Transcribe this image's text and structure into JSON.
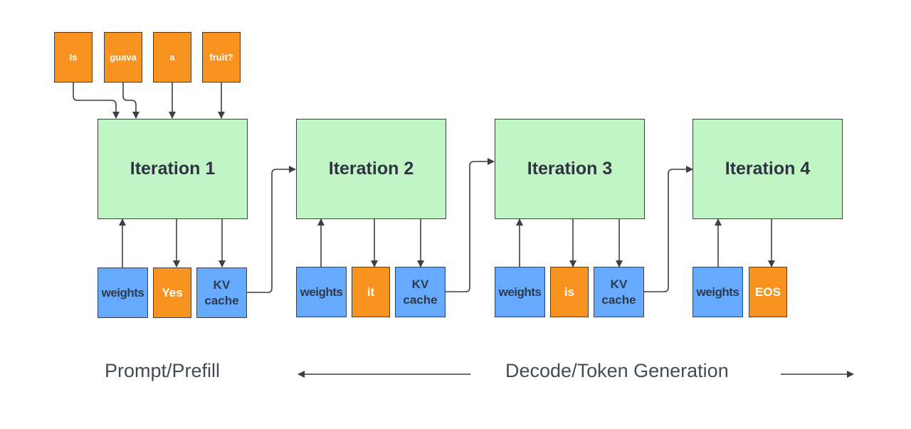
{
  "prompt_tokens": [
    "Is",
    "guava",
    "a",
    "fruit?"
  ],
  "iterations": [
    {
      "title": "Iteration 1",
      "weights": "weights",
      "output": "Yes",
      "kv1": "KV",
      "kv2": "cache"
    },
    {
      "title": "Iteration 2",
      "weights": "weights",
      "output": "it",
      "kv1": "KV",
      "kv2": "cache"
    },
    {
      "title": "Iteration 3",
      "weights": "weights",
      "output": "is",
      "kv1": "KV",
      "kv2": "cache"
    },
    {
      "title": "Iteration 4",
      "weights": "weights",
      "output": "EOS"
    }
  ],
  "phases": {
    "prefill": "Prompt/Prefill",
    "decode": "Decode/Token Generation"
  },
  "colors": {
    "token": "#f7931e",
    "weights": "#66aaff",
    "iteration": "#c2f5c6",
    "stroke": "#3b3f47"
  }
}
